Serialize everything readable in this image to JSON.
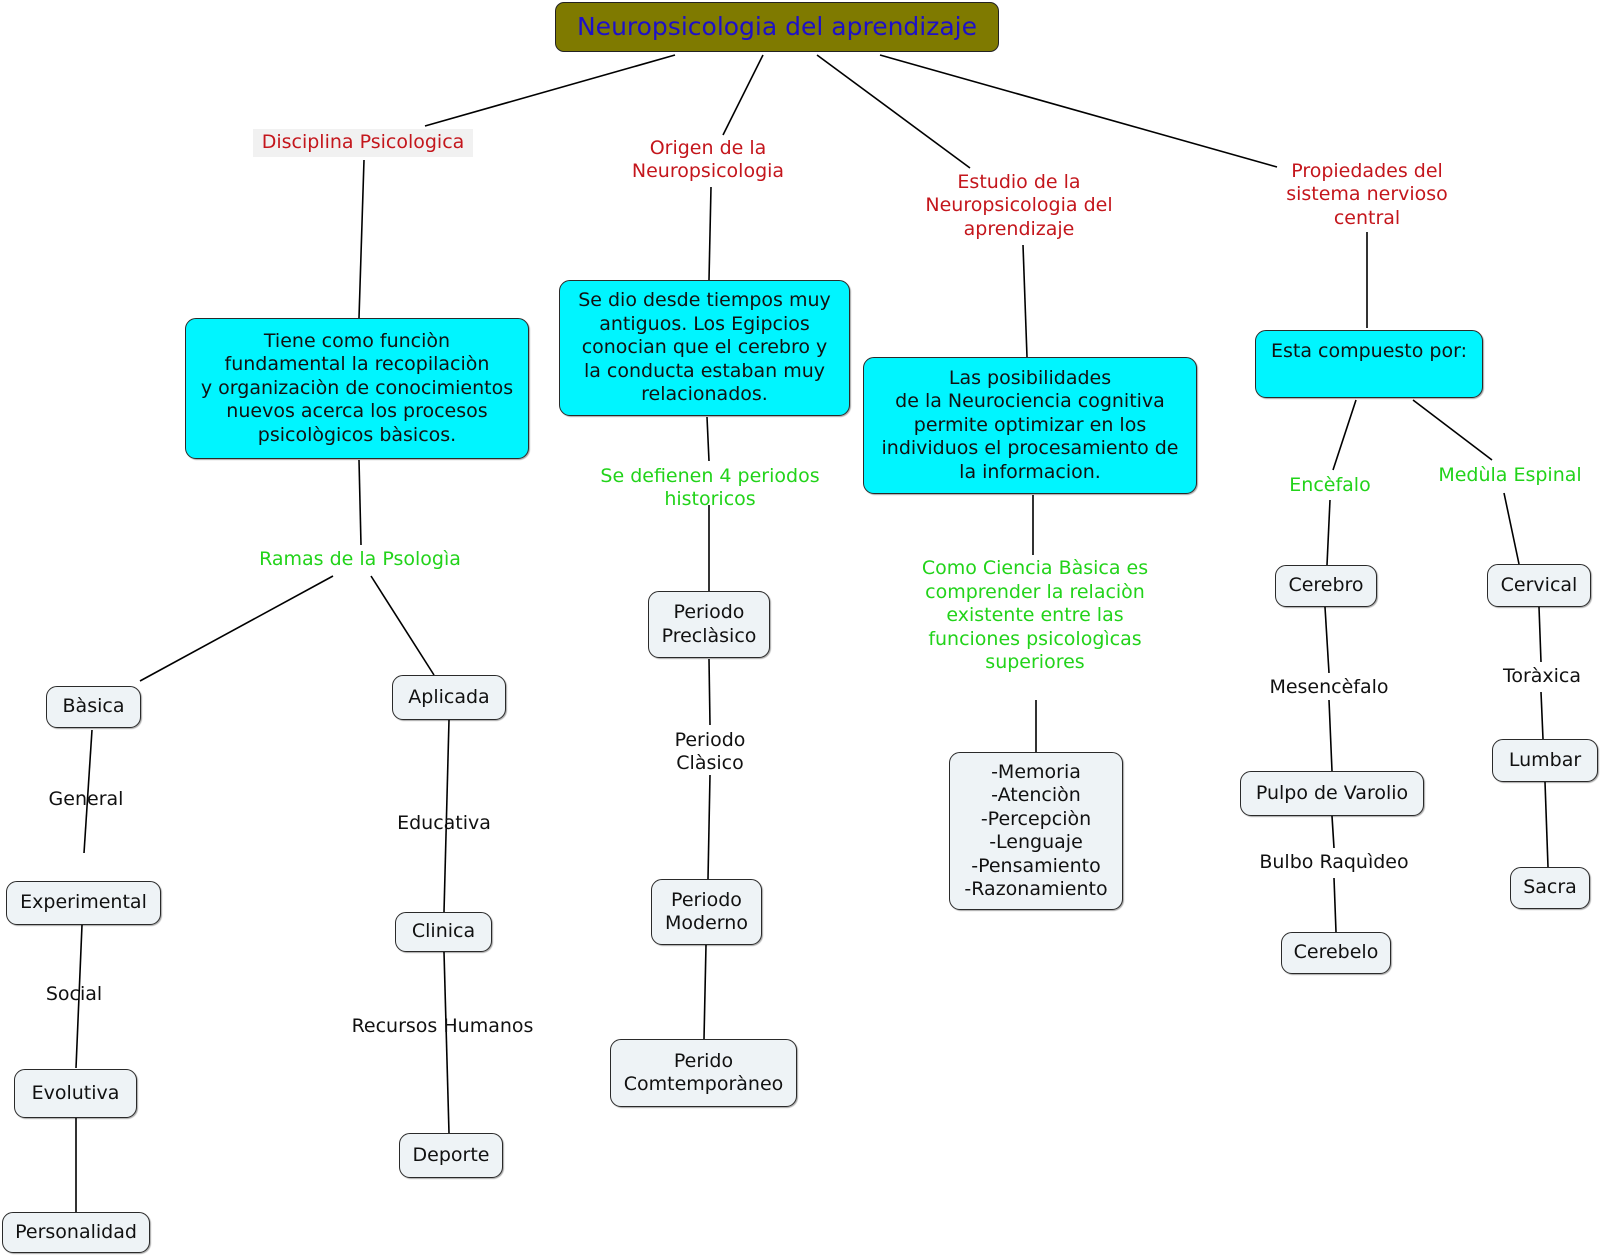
{
  "title": "Neuropsicologia del aprendizaje",
  "branches": {
    "disciplina": {
      "heading": "Disciplina Psicologica",
      "description": "Tiene como funciòn\nfundamental la recopilaciòn\ny organizaciòn de conocimientos\nnuevos acerca los procesos\npsicològicos bàsicos.",
      "link": "Ramas de la Psologìa",
      "basica": {
        "node": "Bàsica",
        "chain": [
          "General",
          "Experimental",
          "Social",
          "Evolutiva",
          "Personalidad"
        ]
      },
      "aplicada": {
        "node": "Aplicada",
        "chain": [
          "Educativa",
          "Clinica",
          "Recursos Humanos",
          "Deporte"
        ]
      }
    },
    "origen": {
      "heading": "Origen de la\nNeuropsicologia",
      "description": "Se dio desde tiempos muy\nantiguos. Los Egipcios\nconocian que el cerebro y\nla conducta estaban muy\nrelacionados.",
      "link": "Se defienen 4 periodos\nhistoricos",
      "periods": [
        "Periodo\nPreclàsico",
        "Periodo\nClàsico",
        "Periodo\nModerno",
        "Perido\nComtemporàneo"
      ]
    },
    "estudio": {
      "heading": "Estudio de la\nNeuropsicologia del\naprendizaje",
      "description": "Las posibilidades\nde la Neurociencia cognitiva\npermite optimizar en los\nindividuos el procesamiento de\nla informacion.",
      "link": "Como Ciencia Bàsica es\ncomprender la relaciòn\nexistente entre las\nfunciones psicologìcas\nsuperiores",
      "functions": "-Memoria\n-Atenciòn\n-Percepciòn\n-Lenguaje\n-Pensamiento\n-Razonamiento"
    },
    "propiedades": {
      "heading": "Propiedades del\nsistema nervioso\ncentral",
      "description": "Esta compuesto por:",
      "encefalo": {
        "link": "Encèfalo",
        "chain": [
          "Cerebro",
          "Mesencèfalo",
          "Pulpo de Varolio",
          "Bulbo Raquìdeo",
          "Cerebelo"
        ]
      },
      "medula": {
        "link": "Medùla Espinal",
        "chain": [
          "Cervical",
          "Toràxica",
          "Lumbar",
          "Sacra"
        ]
      }
    }
  },
  "colors": {
    "root_fill": "#7f7a00",
    "root_text": "#1d10c8",
    "concept_fill": "#00f5ff",
    "leaf_fill": "#eef3f6",
    "heading_text": "#c4161c",
    "link_text": "#22d31a"
  }
}
